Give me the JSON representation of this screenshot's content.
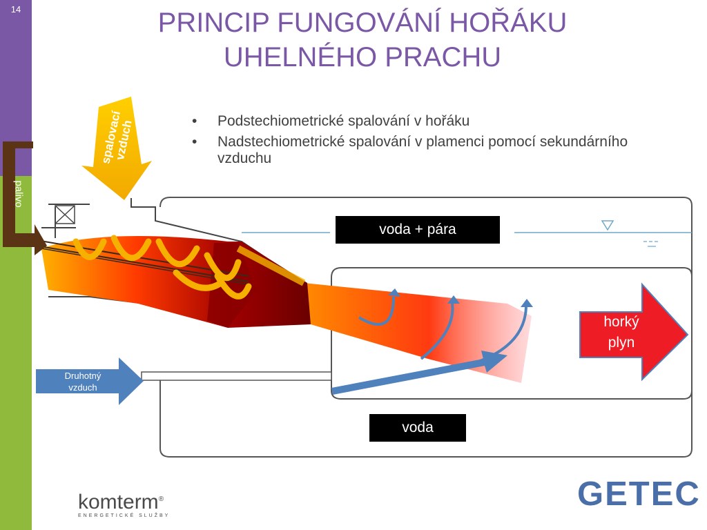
{
  "slide": {
    "number": "14",
    "title_line1": "PRINCIP FUNGOVÁNÍ HOŘÁKU",
    "title_line2": "UHELNÉHO PRACHU"
  },
  "bullets": [
    {
      "marker": "•",
      "text": "Podstechiometrické spalování v hořáku"
    },
    {
      "marker": "•",
      "text": "Nadstechiometrické spalování v plamenci pomocí sekundárního vzduchu"
    }
  ],
  "diagram": {
    "combustion_air_label_line1": "spalovací",
    "combustion_air_label_line2": "vzduch",
    "fuel_label": "palivo",
    "water_steam_label": "voda + pára",
    "water_label": "voda",
    "hot_gas_label_line1": "horký",
    "hot_gas_label_line2": "plyn",
    "secondary_air_label_line1": "Druhotný",
    "secondary_air_label_line2": "vzduch"
  },
  "logos": {
    "left_name": "komterm",
    "left_registered": "®",
    "left_tagline": "ENERGETICKÉ SLUŽBY",
    "right_name": "GETEC"
  },
  "colors": {
    "accent_purple": "#7b58a6",
    "accent_green": "#8fba3c",
    "hot_gas_red": "#ee1c24",
    "secondary_air_blue": "#4f81bd",
    "combustion_air_yellow": "#f6b400",
    "fuel_brown": "#5a3415"
  }
}
